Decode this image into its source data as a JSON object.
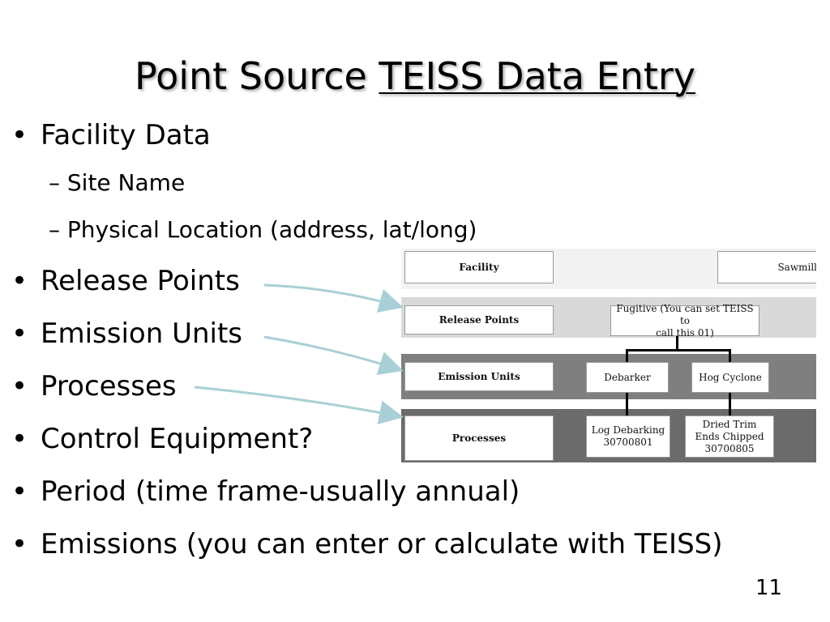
{
  "slide": {
    "title_plain": "Point Source ",
    "title_underlined": "TEISS Data Entry",
    "page_number": "11"
  },
  "bullets": [
    {
      "text": "Facility Data"
    },
    {
      "text": "Release Points"
    },
    {
      "text": "Emission Units"
    },
    {
      "text": "Processes"
    },
    {
      "text": "Control Equipment?"
    },
    {
      "text": "Period (time frame-usually annual)"
    },
    {
      "text": "Emissions (you can enter or calculate with TEISS)"
    }
  ],
  "sub_bullets": [
    {
      "text": "– Site Name"
    },
    {
      "text": "– Physical Location (address, lat/long)"
    }
  ],
  "diagram": {
    "facility_label": "Facility",
    "facility_value": "Sawmill",
    "release_points_label": "Release Points",
    "release_points_value_line1": "Fugitive (You can set TEISS to",
    "release_points_value_line2": "call this 01)",
    "emission_units_label": "Emission Units",
    "emission_unit_1": "Debarker",
    "emission_unit_2": "Hog Cyclone",
    "processes_label": "Processes",
    "process_1_line1": "Log Debarking",
    "process_1_line2": "30700801",
    "process_2_line1": "Dried Trim",
    "process_2_line2": "Ends Chipped",
    "process_2_line3": "30700805",
    "colors": {
      "band_facility": "#f2f2f2",
      "band_release": "#d9d9d9",
      "band_emission": "#7f7f7f",
      "band_process": "#6b6b6b",
      "arrow": "#a9cfd6"
    }
  }
}
